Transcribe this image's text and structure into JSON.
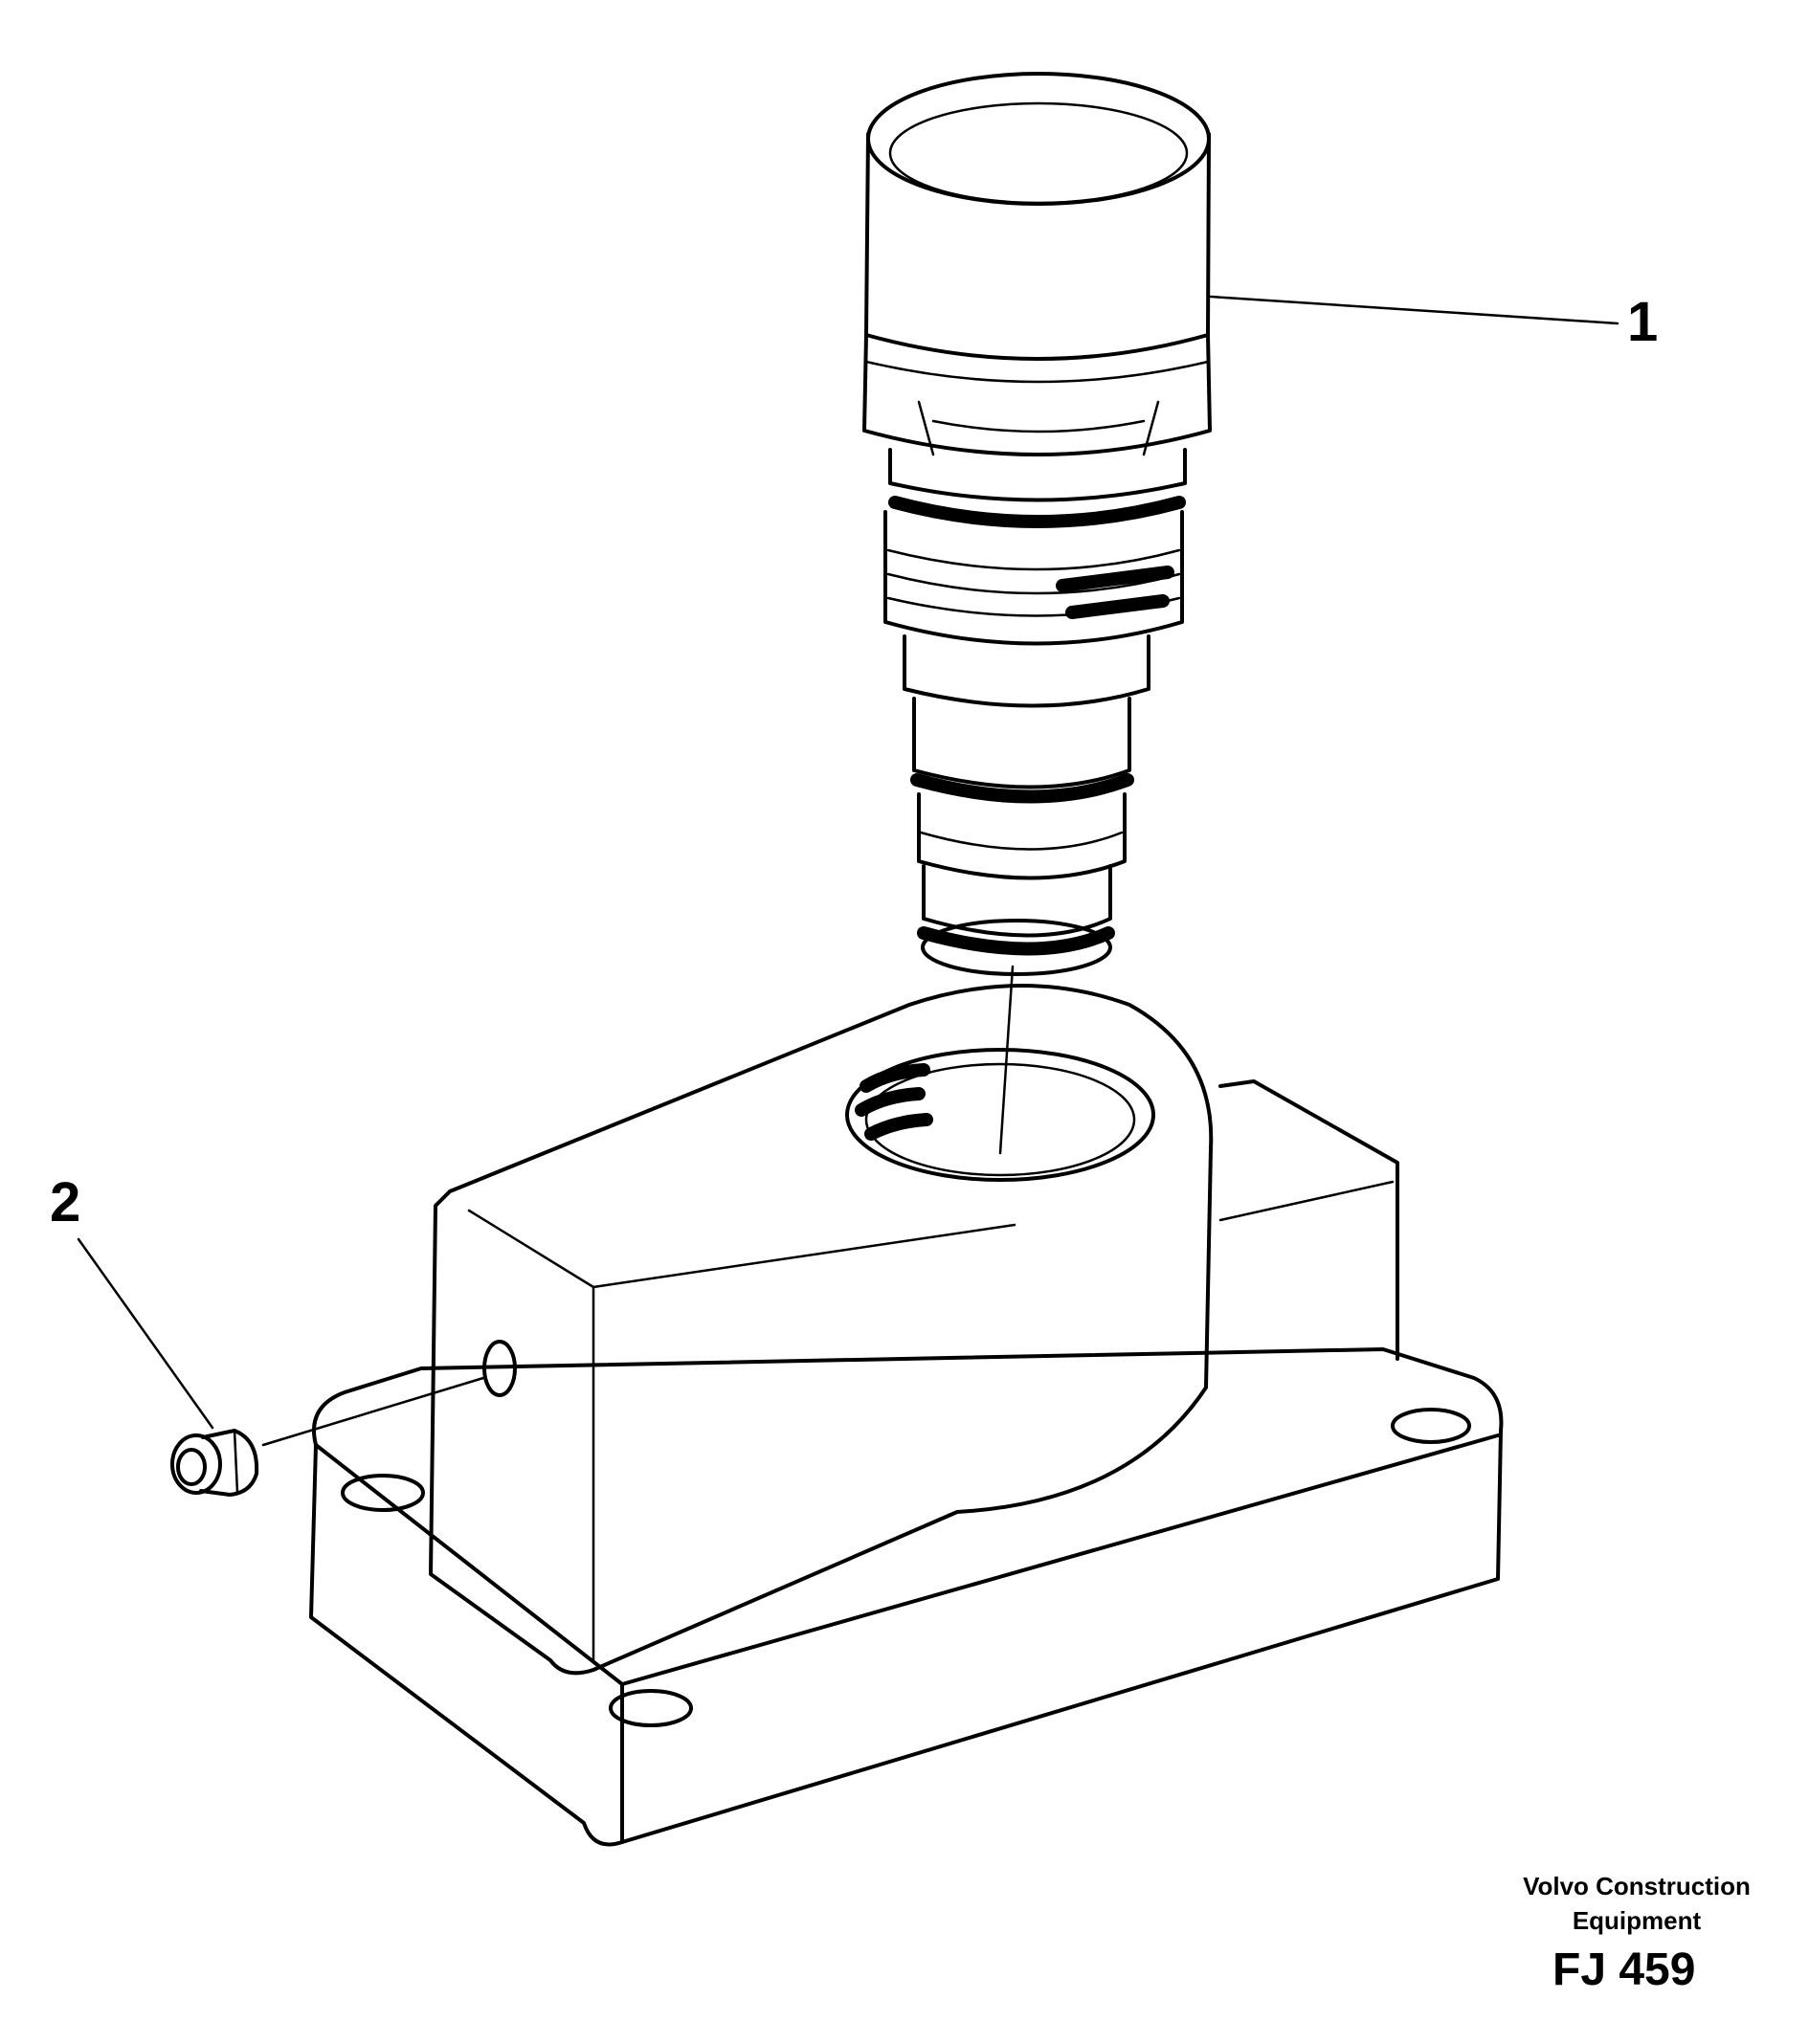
{
  "callouts": {
    "one": "1",
    "two": "2"
  },
  "publisher": {
    "line1": "Volvo Construction",
    "line2": "Equipment"
  },
  "figure_code": "FJ 459",
  "colors": {
    "ink": "#000000",
    "paper": "#ffffff"
  }
}
